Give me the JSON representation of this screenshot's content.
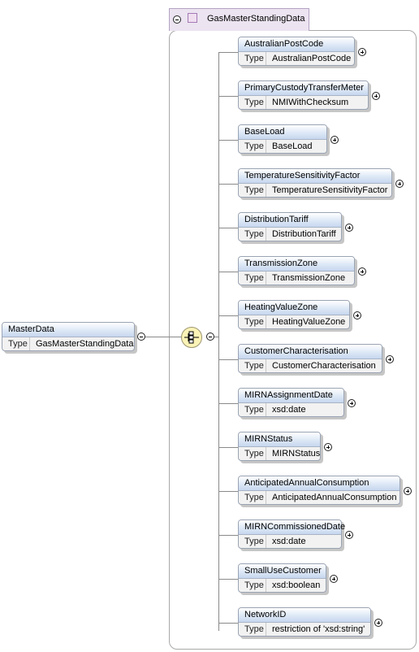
{
  "root": {
    "name": "MasterData",
    "type_label": "Type",
    "type_value": "GasMasterStandingData"
  },
  "complex_type": {
    "name": "GasMasterStandingData"
  },
  "sequence": {
    "icon": "sequence-compositor-icon"
  },
  "children": [
    {
      "name": "AustralianPostCode",
      "type_label": "Type",
      "type_value": "AustralianPostCode"
    },
    {
      "name": "PrimaryCustodyTransferMeter",
      "type_label": "Type",
      "type_value": "NMIWithChecksum"
    },
    {
      "name": "BaseLoad",
      "type_label": "Type",
      "type_value": "BaseLoad"
    },
    {
      "name": "TemperatureSensitivityFactor",
      "type_label": "Type",
      "type_value": "TemperatureSensitivityFactor"
    },
    {
      "name": "DistributionTariff",
      "type_label": "Type",
      "type_value": "DistributionTariff"
    },
    {
      "name": "TransmissionZone",
      "type_label": "Type",
      "type_value": "TransmissionZone"
    },
    {
      "name": "HeatingValueZone",
      "type_label": "Type",
      "type_value": "HeatingValueZone"
    },
    {
      "name": "CustomerCharacterisation",
      "type_label": "Type",
      "type_value": "CustomerCharacterisation"
    },
    {
      "name": "MIRNAssignmentDate",
      "type_label": "Type",
      "type_value": "xsd:date"
    },
    {
      "name": "MIRNStatus",
      "type_label": "Type",
      "type_value": "MIRNStatus"
    },
    {
      "name": "AnticipatedAnnualConsumption",
      "type_label": "Type",
      "type_value": "AnticipatedAnnualConsumption"
    },
    {
      "name": "MIRNCommissionedDate",
      "type_label": "Type",
      "type_value": "xsd:date"
    },
    {
      "name": "SmallUseCustomer",
      "type_label": "Type",
      "type_value": "xsd:boolean"
    },
    {
      "name": "NetworkID",
      "type_label": "Type",
      "type_value": "restriction of 'xsd:string'"
    }
  ]
}
